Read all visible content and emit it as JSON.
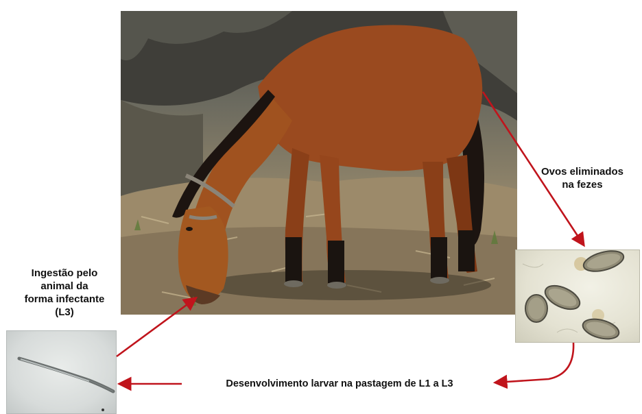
{
  "labels": {
    "eggs": [
      "Ovos eliminados",
      "na fezes"
    ],
    "ingestion": [
      "Ingestão pelo",
      "animal da",
      "forma infectante",
      "(L3)"
    ],
    "development": "Desenvolvimento larvar na pastagem de L1 a L3"
  },
  "colors": {
    "arrow": "#c0141c",
    "horse": "#9a4a1f",
    "mane": "#1c1410"
  },
  "images": {
    "horse_photo": "horse-grazing-photo",
    "eggs_micrograph": "eggs-micrograph",
    "larva_micrograph": "larva-micrograph"
  }
}
